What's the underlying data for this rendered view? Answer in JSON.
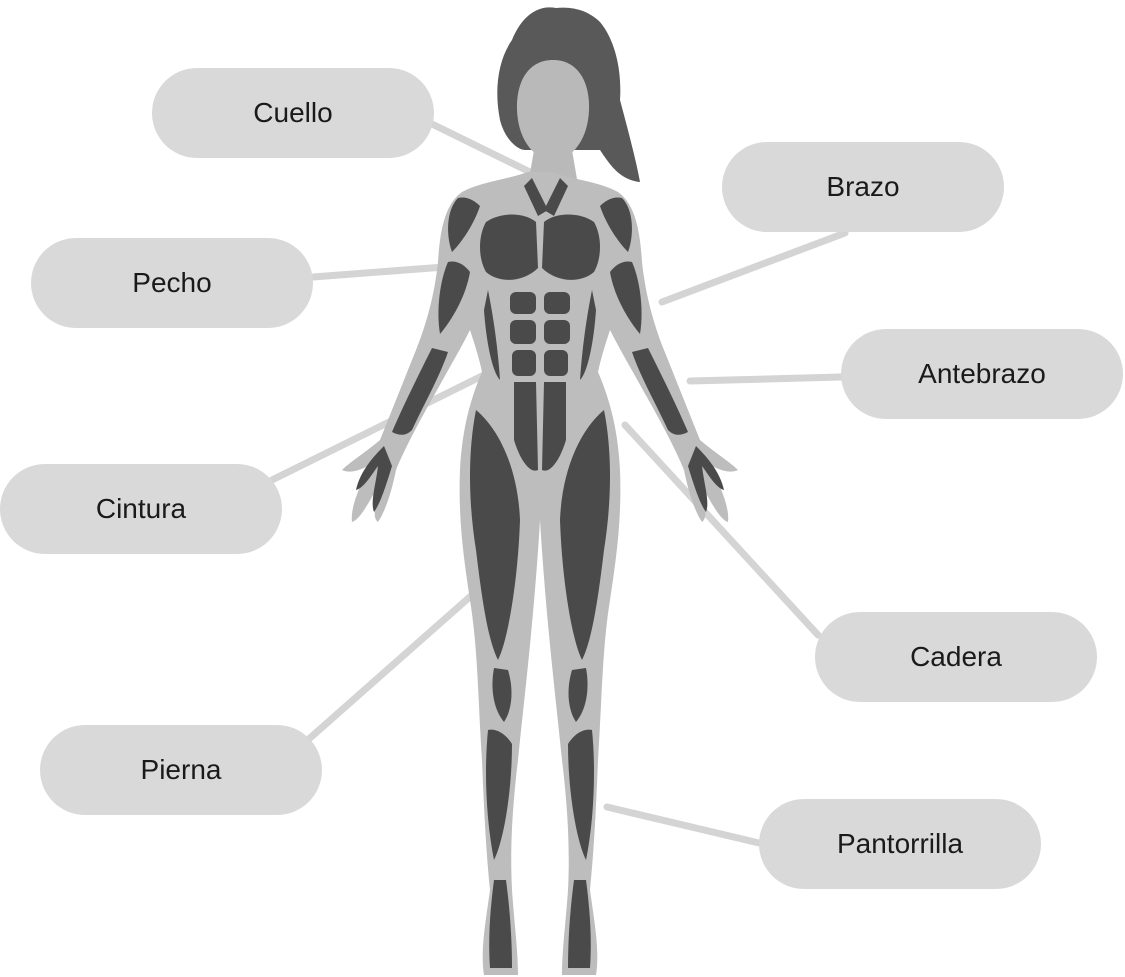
{
  "colors": {
    "pill_fill": "#d9d9d9",
    "connector": "#d4d4d4",
    "body_outline": "#bdbdbd",
    "muscle": "#4a4a4a",
    "skin": "#b9b9b9",
    "hair": "#595959",
    "label_text": "#1a1a1a"
  },
  "labels": {
    "cuello": "Cuello",
    "pecho": "Pecho",
    "cintura": "Cintura",
    "pierna": "Pierna",
    "brazo": "Brazo",
    "antebrazo": "Antebrazo",
    "cadera": "Cadera",
    "pantorrilla": "Pantorrilla"
  }
}
